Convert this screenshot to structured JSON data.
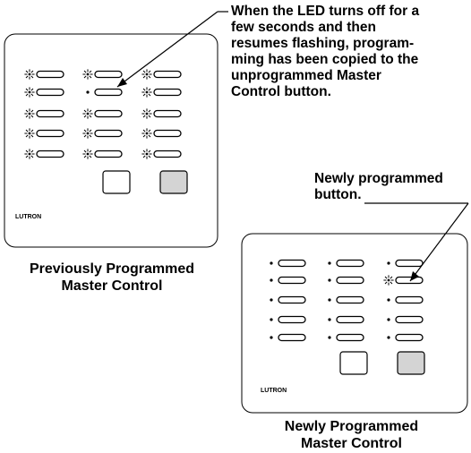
{
  "callouts": {
    "led_copy_note": [
      "When the LED turns off for a",
      "few seconds and then",
      "resumes flashing, program-",
      "ming has been copied to the",
      "unprogrammed Master",
      "Control button."
    ],
    "newly_programmed_button": [
      "Newly programmed",
      "button."
    ]
  },
  "panels": [
    {
      "id": "previous",
      "brand": "LUTRON",
      "caption": [
        "Previously Programmed",
        "Master Control"
      ],
      "columns": [
        [
          "flash",
          "flash",
          "flash",
          "flash",
          "flash"
        ],
        [
          "flash",
          "dot",
          "flash",
          "flash",
          "flash"
        ],
        [
          "flash",
          "flash",
          "flash",
          "flash",
          "flash"
        ]
      ],
      "squares": [
        "white",
        "gray"
      ]
    },
    {
      "id": "newly",
      "brand": "LUTRON",
      "caption": [
        "Newly Programmed",
        "Master Control"
      ],
      "columns": [
        [
          "dot",
          "dot",
          "dot",
          "dot",
          "dot"
        ],
        [
          "dot",
          "dot",
          "dot",
          "dot",
          "dot"
        ],
        [
          "dot",
          "flash",
          "dot",
          "dot",
          "dot"
        ]
      ],
      "squares": [
        "white",
        "gray"
      ]
    }
  ],
  "colors": {
    "ink": "#000000",
    "gray_button": "#d4d4d4"
  }
}
